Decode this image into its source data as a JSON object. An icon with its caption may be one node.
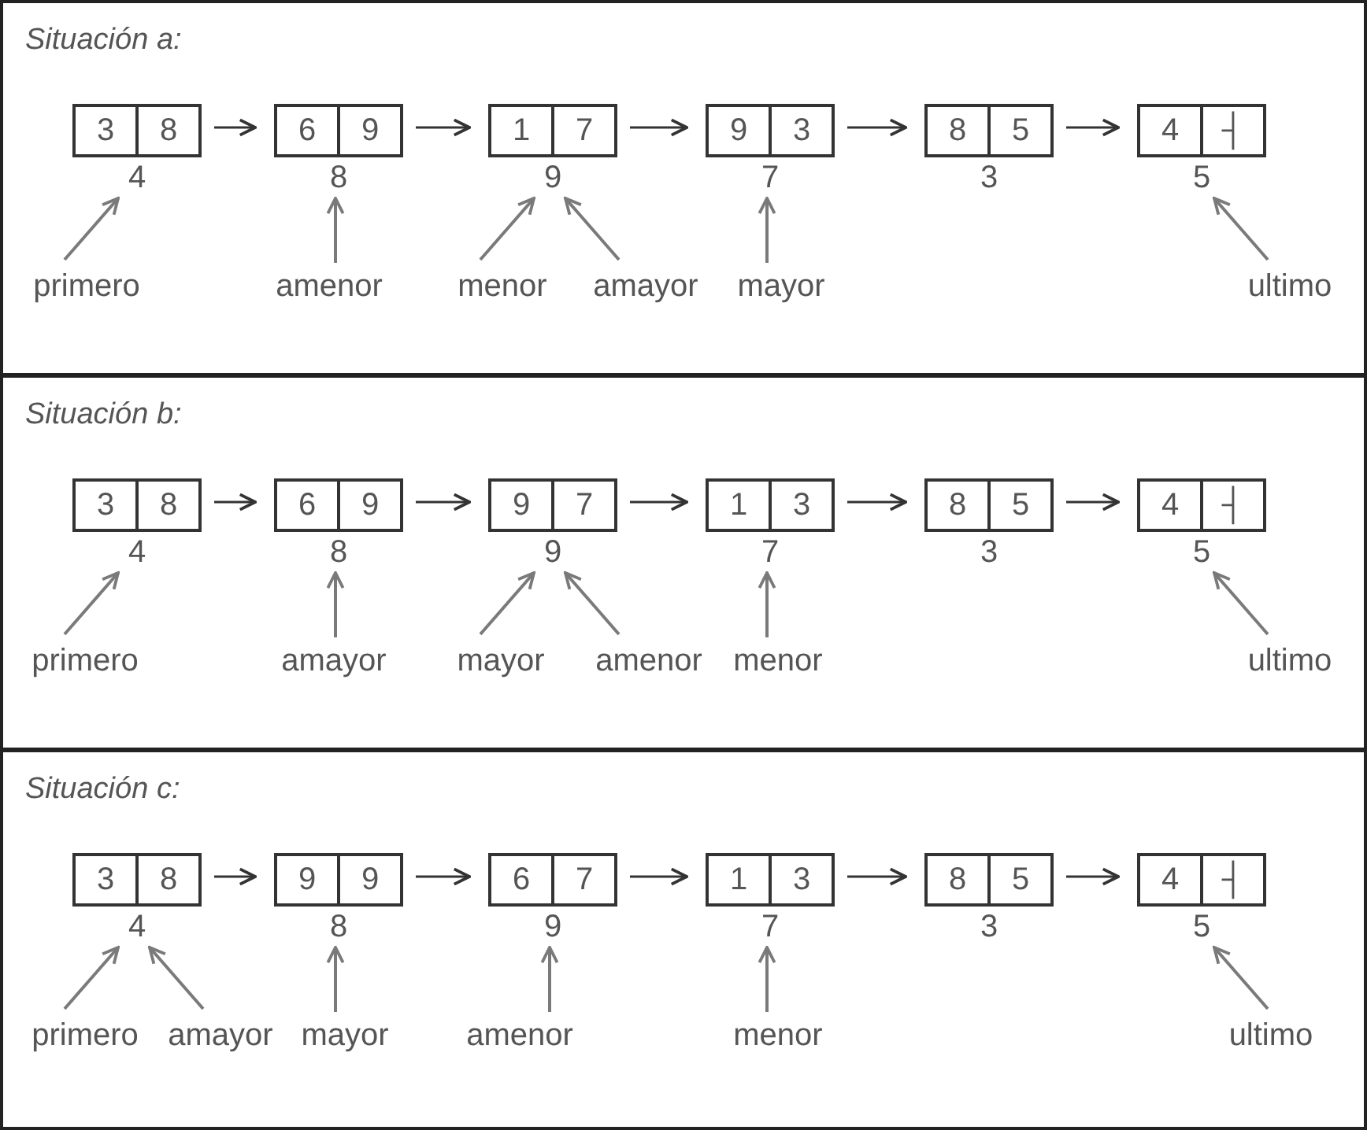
{
  "diagram": {
    "nodes": [
      {
        "text": [
          "Situación a:"
        ]
      },
      {
        "text": [
          "3",
          "8"
        ],
        "in": 0,
        "beside": [
          "4"
        ]
      },
      {
        "text": [
          "6",
          "9"
        ],
        "in": 0,
        "beside": [
          "8"
        ]
      },
      {
        "text": [
          "1",
          "7"
        ],
        "in": 0,
        "beside": [
          "9"
        ]
      },
      {
        "text": [
          "9",
          "3"
        ],
        "in": 0,
        "beside": [
          "7"
        ]
      },
      {
        "text": [
          "8",
          "5"
        ],
        "in": 0,
        "beside": [
          "3"
        ]
      },
      {
        "text": [
          "4",
          "┤"
        ],
        "in": 0,
        "beside": [
          "5"
        ]
      },
      {
        "text": [
          "primero"
        ],
        "in": 0
      },
      {
        "text": [
          "amenor"
        ],
        "in": 0
      },
      {
        "text": [
          "menor"
        ],
        "in": 0
      },
      {
        "text": [
          "amayor"
        ],
        "in": 0
      },
      {
        "text": [
          "mayor"
        ],
        "in": 0
      },
      {
        "text": [
          "ultimo"
        ],
        "in": 0
      },
      {
        "text": [
          "Situación b:"
        ]
      },
      {
        "text": [
          "3",
          "8"
        ],
        "in": 13,
        "beside": [
          "4"
        ]
      },
      {
        "text": [
          "6",
          "9"
        ],
        "in": 13,
        "beside": [
          "8"
        ]
      },
      {
        "text": [
          "9",
          "7"
        ],
        "in": 13,
        "beside": [
          "9"
        ]
      },
      {
        "text": [
          "1",
          "3"
        ],
        "in": 13,
        "beside": [
          "7"
        ]
      },
      {
        "text": [
          "8",
          "5"
        ],
        "in": 13,
        "beside": [
          "3"
        ]
      },
      {
        "text": [
          "4",
          "┤"
        ],
        "in": 13,
        "beside": [
          "5"
        ]
      },
      {
        "text": [
          "primero"
        ],
        "in": 13
      },
      {
        "text": [
          "amayor"
        ],
        "in": 13
      },
      {
        "text": [
          "mayor"
        ],
        "in": 13
      },
      {
        "text": [
          "amenor"
        ],
        "in": 13
      },
      {
        "text": [
          "menor"
        ],
        "in": 13
      },
      {
        "text": [
          "ultimo"
        ],
        "in": 13
      },
      {
        "text": [
          "Situación c:"
        ]
      },
      {
        "text": [
          "3",
          "8"
        ],
        "in": 26,
        "beside": [
          "4"
        ]
      },
      {
        "text": [
          "9",
          "9"
        ],
        "in": 26,
        "beside": [
          "8"
        ]
      },
      {
        "text": [
          "6",
          "7"
        ],
        "in": 26,
        "beside": [
          "9"
        ]
      },
      {
        "text": [
          "1",
          "3"
        ],
        "in": 26,
        "beside": [
          "7"
        ]
      },
      {
        "text": [
          "8",
          "5"
        ],
        "in": 26,
        "beside": [
          "3"
        ]
      },
      {
        "text": [
          "4",
          "┤"
        ],
        "in": 26,
        "beside": [
          "5"
        ]
      },
      {
        "text": [
          "primero"
        ],
        "in": 26
      },
      {
        "text": [
          "amayor"
        ],
        "in": 26
      },
      {
        "text": [
          "mayor"
        ],
        "in": 26
      },
      {
        "text": [
          "amenor"
        ],
        "in": 26
      },
      {
        "text": [
          "menor"
        ],
        "in": 26
      },
      {
        "text": [
          "ultimo"
        ],
        "in": 26
      }
    ],
    "edges": [
      {
        "from": 1,
        "to": 2,
        "arrow": "to",
        "color": "#333333"
      },
      {
        "from": 2,
        "to": 3,
        "arrow": "to",
        "color": "#333333"
      },
      {
        "from": 3,
        "to": 4,
        "arrow": "to",
        "color": "#333333"
      },
      {
        "from": 4,
        "to": 5,
        "arrow": "to",
        "color": "#333333"
      },
      {
        "from": 5,
        "to": 6,
        "arrow": "to",
        "color": "#333333"
      },
      {
        "from": 7,
        "to": 1,
        "arrow": "to"
      },
      {
        "from": 8,
        "to": 2,
        "arrow": "to"
      },
      {
        "from": 9,
        "to": 3,
        "arrow": "to"
      },
      {
        "from": 10,
        "to": 3,
        "arrow": "to"
      },
      {
        "from": 11,
        "to": 4,
        "arrow": "to"
      },
      {
        "from": 12,
        "to": 6,
        "arrow": "to"
      },
      {
        "from": 14,
        "to": 15,
        "arrow": "to",
        "color": "#333333"
      },
      {
        "from": 15,
        "to": 16,
        "arrow": "to",
        "color": "#333333"
      },
      {
        "from": 16,
        "to": 17,
        "arrow": "to",
        "color": "#333333"
      },
      {
        "from": 17,
        "to": 18,
        "arrow": "to",
        "color": "#333333"
      },
      {
        "from": 18,
        "to": 19,
        "arrow": "to",
        "color": "#333333"
      },
      {
        "from": 20,
        "to": 14,
        "arrow": "to"
      },
      {
        "from": 21,
        "to": 15,
        "arrow": "to"
      },
      {
        "from": 22,
        "to": 16,
        "arrow": "to"
      },
      {
        "from": 23,
        "to": 16,
        "arrow": "to"
      },
      {
        "from": 24,
        "to": 17,
        "arrow": "to"
      },
      {
        "from": 25,
        "to": 19,
        "arrow": "to"
      },
      {
        "from": 27,
        "to": 28,
        "arrow": "to",
        "color": "#333333"
      },
      {
        "from": 28,
        "to": 29,
        "arrow": "to",
        "color": "#333333"
      },
      {
        "from": 29,
        "to": 30,
        "arrow": "to",
        "color": "#333333"
      },
      {
        "from": 30,
        "to": 31,
        "arrow": "to",
        "color": "#333333"
      },
      {
        "from": 31,
        "to": 32,
        "arrow": "to",
        "color": "#333333"
      },
      {
        "from": 33,
        "to": 27,
        "arrow": "to"
      },
      {
        "from": 34,
        "to": 27,
        "arrow": "to"
      },
      {
        "from": 35,
        "to": 28,
        "arrow": "to"
      },
      {
        "from": 36,
        "to": 29,
        "arrow": "to"
      },
      {
        "from": 37,
        "to": 30,
        "arrow": "to"
      },
      {
        "from": 38,
        "to": 32,
        "arrow": "to"
      }
    ]
  }
}
